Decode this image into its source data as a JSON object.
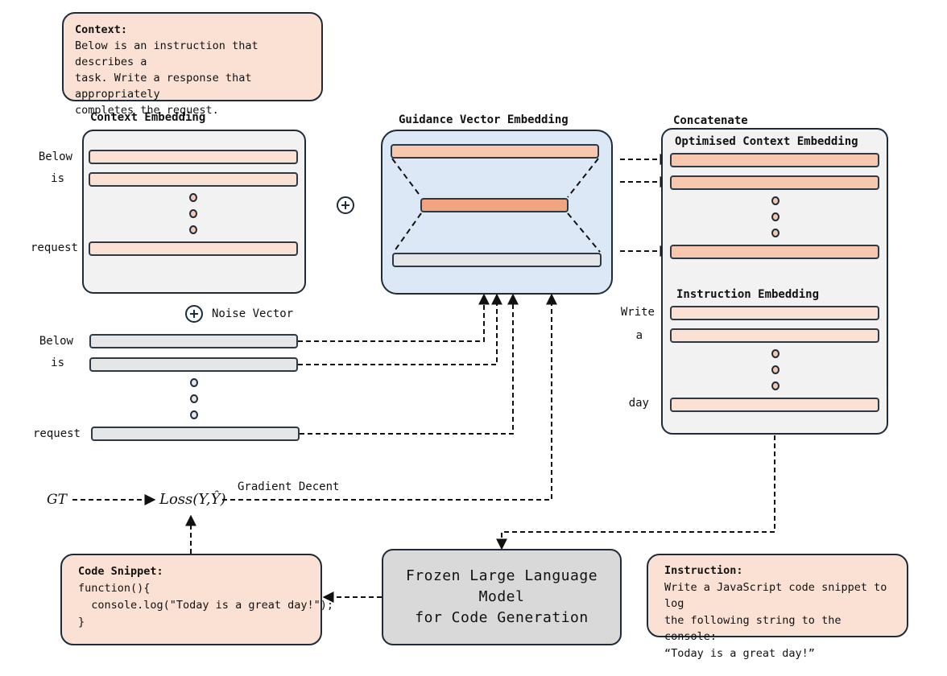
{
  "context_note": {
    "heading": "Context:",
    "lines": [
      "Below is an instruction that describes a",
      "task. Write a response that appropriately",
      "completes the request."
    ]
  },
  "context_embedding": {
    "title": "Context Embedding",
    "tokens": [
      "Below",
      "is",
      "request"
    ]
  },
  "noise": {
    "label": "Noise Vector",
    "tokens": [
      "Below",
      "is",
      "request"
    ]
  },
  "guidance": {
    "title": "Guidance Vector Embedding"
  },
  "concatenate": {
    "title": "Concatenate",
    "optimised_title": "Optimised Context Embedding",
    "instruction_title": "Instruction Embedding",
    "instruction_tokens": [
      "Write",
      "a",
      "day"
    ]
  },
  "loss": {
    "gt": "GT",
    "formula": "Loss(Y,Ŷ)",
    "gradient_label": "Gradient Decent"
  },
  "code_note": {
    "heading": "Code Snippet:",
    "lines": [
      "function(){",
      "  console.log(\"Today is a great day!\");",
      "}"
    ]
  },
  "llm": {
    "lines": [
      "Frozen Large Language Model",
      "for Code Generation"
    ]
  },
  "instruction_note": {
    "heading": "Instruction:",
    "lines": [
      "Write a JavaScript code snippet to log",
      "the following string to the console:",
      "“Today is a great day!”"
    ]
  },
  "colors": {
    "peach": "#fbe1d4",
    "peach_dark": "#f7c8ae",
    "orange": "#f1a47d",
    "grey_bar": "#e4e6e8",
    "panel_blue": "#dce8f5",
    "panel_grey": "#f2f2f2",
    "llm_grey": "#d9d9d9",
    "outline": "#1d2b3a"
  }
}
